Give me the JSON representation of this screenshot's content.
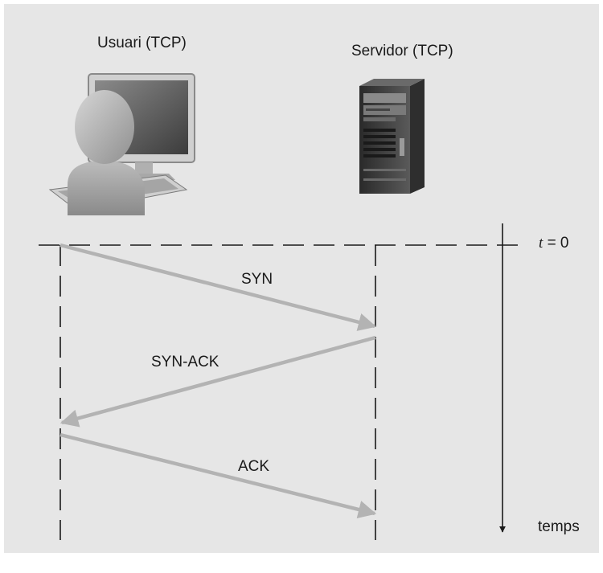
{
  "client": {
    "label": "Usuari (TCP)",
    "icon": "user-at-computer-icon"
  },
  "server": {
    "label": "Servidor (TCP)",
    "icon": "server-tower-icon"
  },
  "time": {
    "t_var": "t",
    "t_eq": "= 0",
    "axis_label": "temps"
  },
  "messages": [
    {
      "label": "SYN",
      "direction": "client-to-server"
    },
    {
      "label": "SYN-ACK",
      "direction": "server-to-client"
    },
    {
      "label": "ACK",
      "direction": "client-to-server"
    }
  ],
  "colors": {
    "frame_bg": "#e6e6e6",
    "arrow": "#b3b3b3",
    "line": "#1a1a1a"
  }
}
